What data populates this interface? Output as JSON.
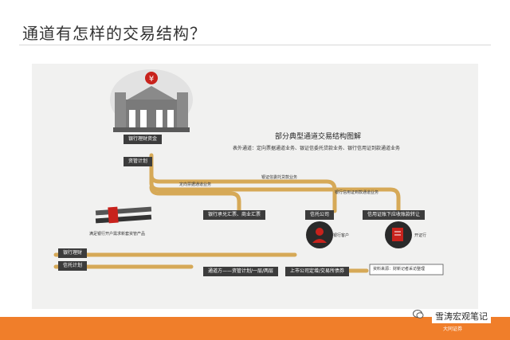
{
  "slide": {
    "title": "通道有怎样的交易结构？"
  },
  "diagram": {
    "heading": "部分典型通道交易结构图解",
    "subtitle": "表外通道：定向票据通道业务、银证信委托贷款业务、银行信用证到款通道业务",
    "boxes": {
      "wealth_fund": "银行理财资金",
      "asset_plan": "资管计划",
      "bank_acceptance": "银行承兑汇票、商业汇票",
      "trust_company": "信托公司",
      "lc_discount": "信用证账下应收账款转让",
      "bank_wealth": "银行理财",
      "trust_plan": "信托计划",
      "channel_side": "通道方——资管计划/一层/两层",
      "listed_company": "上市公司定增/交易所债券"
    },
    "line_labels": {
      "directional_bill": "定向票据通道业务",
      "entrusted_loan": "银证信委托贷款业务",
      "lc_channel": "银行信用证到款通道业务"
    },
    "notes": {
      "bank_client": "银行客户",
      "issuing_bank": "开证行",
      "demand": "满足银行开户需求新套资管产品",
      "source": "资料来源：财新记者采访整理"
    },
    "symbols": {
      "currency": "¥"
    }
  },
  "footer": {
    "brand": "雪涛宏观笔记",
    "brand_small": "大同证券"
  },
  "colors": {
    "pipe": "#d6a957",
    "bar": "#f07e2a",
    "bank": "#8a8a8a",
    "red": "#c8221c"
  }
}
